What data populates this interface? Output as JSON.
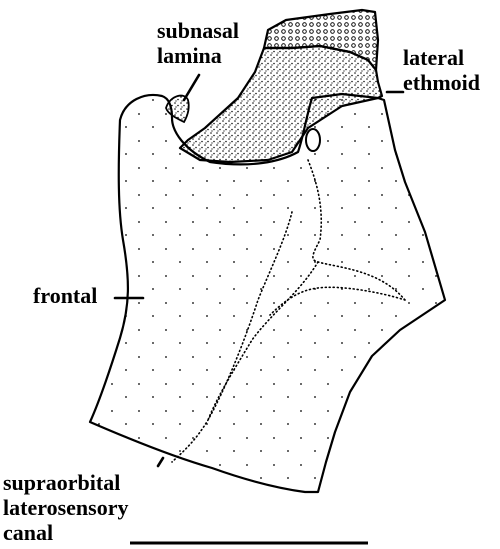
{
  "labels": {
    "subnasal_lamina": [
      "subnasal",
      "lamina"
    ],
    "lateral_ethmoid": [
      "lateral",
      "ethmoid"
    ],
    "frontal": "frontal",
    "supraorbital_canal": [
      "supraorbital",
      "laterosensory",
      "canal"
    ]
  },
  "colors": {
    "ink": "#000000",
    "background": "#ffffff"
  }
}
